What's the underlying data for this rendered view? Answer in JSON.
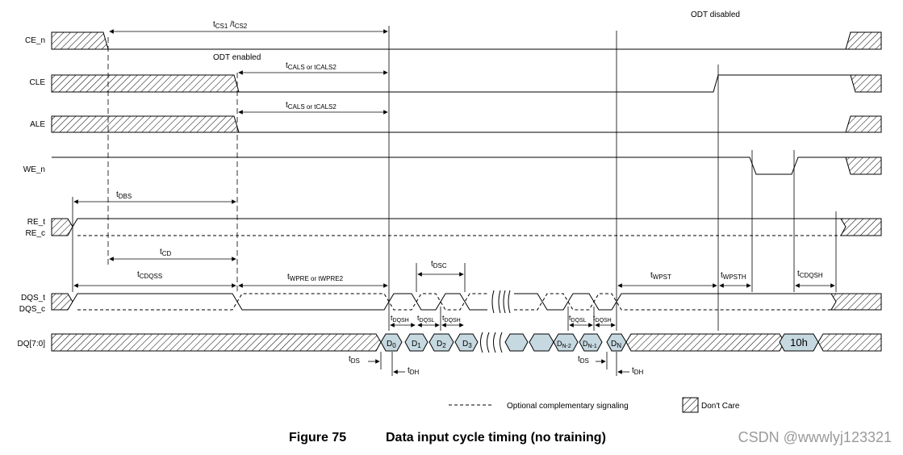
{
  "signals": {
    "ce_n": "CE_n",
    "cle": "CLE",
    "ale": "ALE",
    "we_n": "WE_n",
    "re_t": "RE_t",
    "re_c": "RE_c",
    "dqs_t": "DQS_t",
    "dqs_c": "DQS_c",
    "dq": "DQ[7:0]"
  },
  "annotations": {
    "odt_enabled": "ODT enabled",
    "odt_disabled": "ODT disabled"
  },
  "timing": {
    "tcs_main": "CS1",
    "tcs_slash": " /t",
    "tcs_sub2": "CS2",
    "tcals_main": "CALS or tCALS2",
    "tdbs": "DBS",
    "tcd": "CD",
    "tcdqss": "CDQSS",
    "twpre": "WPRE or tWPRE2",
    "tdsc": "DSC",
    "tdqsh": "DQSH",
    "tdqsl": "DQSL",
    "twpst": "WPST",
    "twpsth": "WPSTH",
    "tcdqsh": "CDQSH",
    "tds": "DS",
    "tdh": "DH",
    "t": "t"
  },
  "data_bytes": {
    "d0": "D",
    "d0_sub": "0",
    "d1_sub": "1",
    "d2_sub": "2",
    "d3_sub": "3",
    "dn2_sub": "N-2",
    "dn1_sub": "N-1",
    "dn_sub": "N",
    "cmd_10h": "10h"
  },
  "legend": {
    "optional": "Optional complementary signaling",
    "dont_care": "Don't Care"
  },
  "caption": {
    "number": "Figure 75",
    "title": "Data input cycle timing (no training)"
  },
  "watermark": "CSDN @wwwlyj123321",
  "colors": {
    "bus_fill": "#c6d8e0",
    "watermark": "#9a9a9a"
  }
}
